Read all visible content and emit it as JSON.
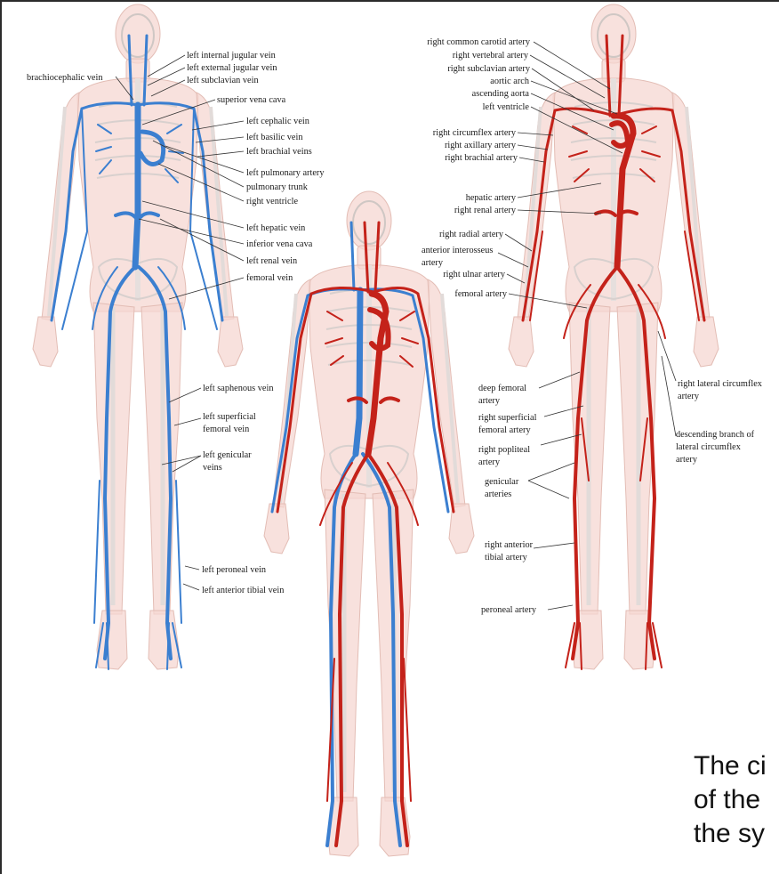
{
  "colors": {
    "skin": "#f6d7d1",
    "bone": "#ece8e6",
    "vein": "#3b7fd0",
    "artery": "#c4221a",
    "leader": "#333333"
  },
  "vein_figure": {
    "labels": [
      "left internal jugular vein",
      "left external jugular vein",
      "left subclavian vein",
      "brachiocephalic vein",
      "superior vena cava",
      "left cephalic vein",
      "left basilic vein",
      "left brachial veins",
      "left pulmonary artery",
      "pulmonary trunk",
      "right ventricle",
      "left hepatic vein",
      "inferior vena cava",
      "left renal vein",
      "femoral vein",
      "left saphenous vein",
      "left superficial",
      "femoral vein",
      "left genicular",
      "veins",
      "left peroneal vein",
      "left anterior tibial vein"
    ]
  },
  "artery_figure": {
    "labels": [
      "right common carotid artery",
      "right vertebral artery",
      "right subclavian artery",
      "aortic arch",
      "ascending aorta",
      "left ventricle",
      "right circumflex artery",
      "right axillary artery",
      "right brachial artery",
      "hepatic artery",
      "right renal artery",
      "right radial artery",
      "anterior interosseus",
      "artery",
      "right ulnar artery",
      "femoral artery",
      "deep femoral",
      "artery",
      "right superficial",
      "femoral artery",
      "right popliteal",
      "artery",
      "genicular",
      "arteries",
      "right anterior",
      "tibial artery",
      "peroneal artery",
      "right lateral circumflex",
      "artery",
      "descending branch of",
      "lateral circumflex",
      "artery"
    ]
  },
  "caption": {
    "lines": [
      "The ci",
      "of the",
      "the sy"
    ]
  }
}
